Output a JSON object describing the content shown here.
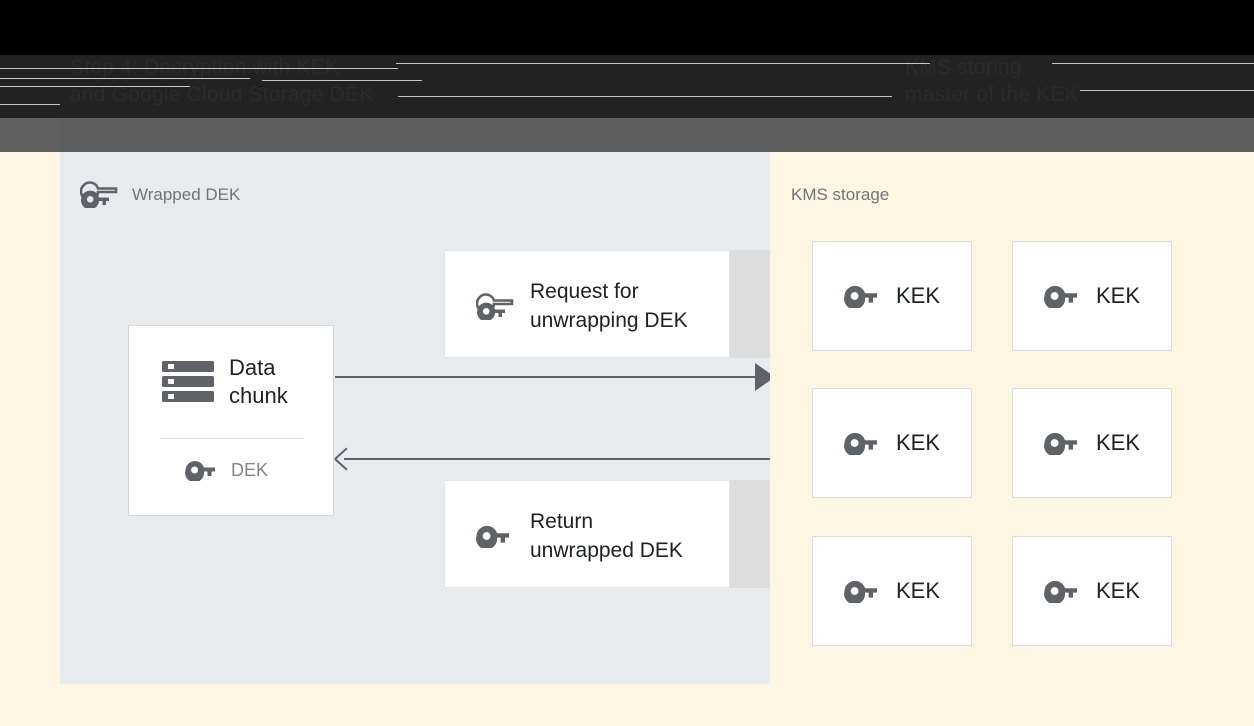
{
  "header": {
    "title": "Step 4: Decryption with KEK\nand Google Cloud Storage DEK",
    "right_text": "KMS storing\nmaster of the KEK",
    "bg_black": "#000000",
    "bg_dark": "#222222",
    "bg_grey": "#5E5E5E"
  },
  "colors": {
    "page_bg": "#FDF6E3",
    "left_panel_bg": "#E8EBEE",
    "right_panel_bg": "#FDF6E3",
    "card_bg": "#FFFFFF",
    "card_border": "#DADCE0",
    "shadow_band": "#DDDDDD",
    "icon": "#5F6368",
    "text_primary": "#202124",
    "text_muted": "#70757A",
    "arrow": "#5F6368"
  },
  "left_panel": {
    "label": "Wrapped DEK",
    "icon": "wrapped-key-icon",
    "data_card": {
      "title": "Data\nchunk",
      "icon": "data-chunk-icon",
      "key_label": "DEK",
      "key_icon": "key-icon"
    },
    "messages": [
      {
        "id": "request",
        "label": "Request for\nunwrapping DEK",
        "icon": "wrapped-key-icon"
      },
      {
        "id": "return",
        "label": "Return\nunwrapped DEK",
        "icon": "key-icon"
      }
    ],
    "arrows": [
      {
        "id": "request-arrow",
        "direction": "right",
        "head": "solid-triangle"
      },
      {
        "id": "return-arrow",
        "direction": "left",
        "head": "open-chevron"
      }
    ]
  },
  "right_panel": {
    "label": "KMS storage",
    "kek_cards": [
      {
        "label": "KEK",
        "icon": "key-icon"
      },
      {
        "label": "KEK",
        "icon": "key-icon"
      },
      {
        "label": "KEK",
        "icon": "key-icon"
      },
      {
        "label": "KEK",
        "icon": "key-icon"
      },
      {
        "label": "KEK",
        "icon": "key-icon"
      },
      {
        "label": "KEK",
        "icon": "key-icon"
      }
    ]
  }
}
